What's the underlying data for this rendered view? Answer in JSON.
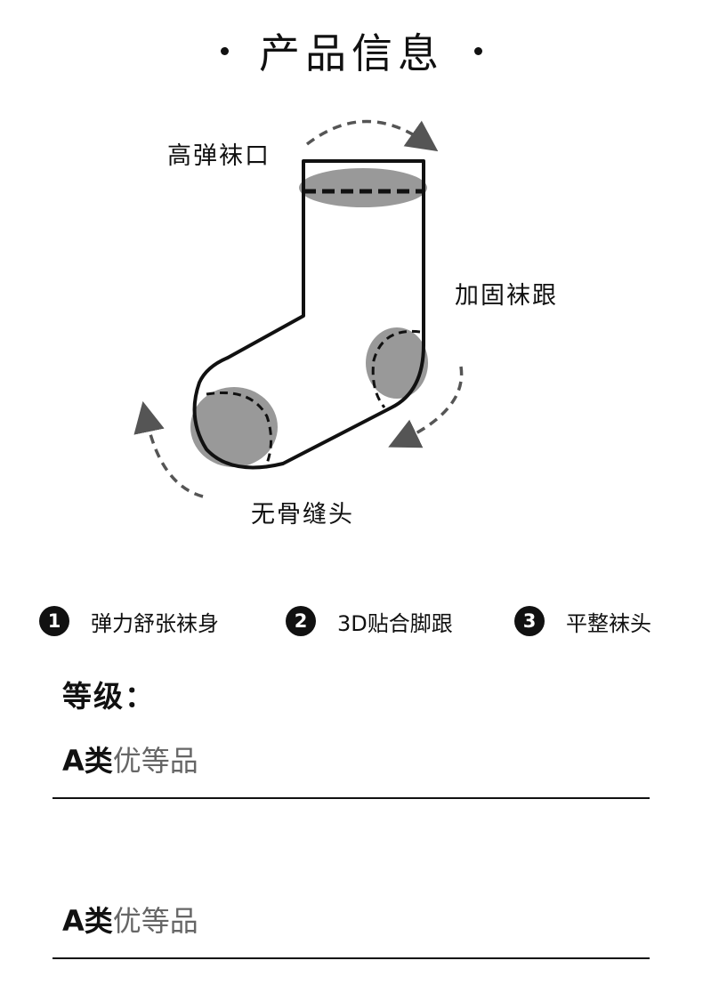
{
  "title": "产品信息",
  "callouts": {
    "cuff": "高弹袜口",
    "heel": "加固袜跟",
    "toe": "无骨缝头"
  },
  "features": [
    {
      "num": "1",
      "label": "弹力舒张袜身"
    },
    {
      "num": "2",
      "label": "3D贴合脚跟"
    },
    {
      "num": "3",
      "label": "平整袜头"
    }
  ],
  "grade": {
    "heading": "等级：",
    "rows": [
      {
        "class": "A类",
        "desc": "优等品"
      },
      {
        "class": "A类",
        "desc": "优等品"
      }
    ]
  },
  "colors": {
    "highlight": "#999999",
    "ink": "#111111",
    "arrow": "#555555"
  }
}
